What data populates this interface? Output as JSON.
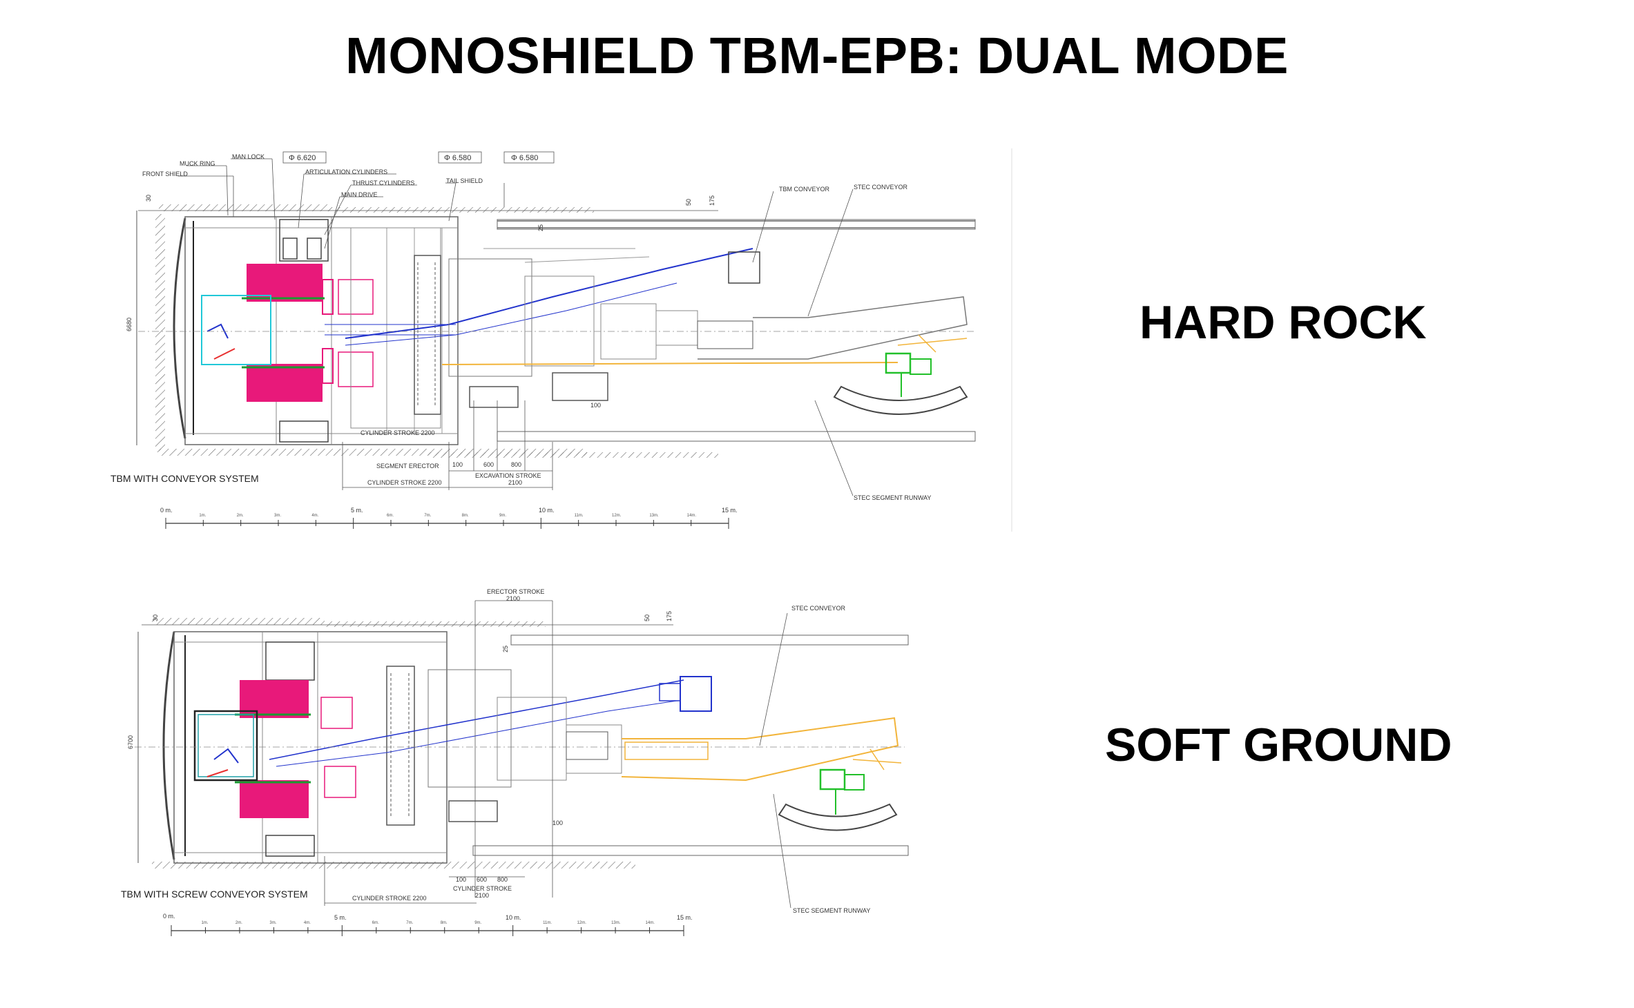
{
  "page": {
    "title": "MONOSHIELD TBM-EPB: DUAL MODE"
  },
  "modes": {
    "hard_rock": {
      "label": "HARD ROCK",
      "caption": "TBM WITH CONVEYOR SYSTEM",
      "callouts": {
        "muck_ring": "MUCK RING",
        "front_shield": "FRONT SHIELD",
        "man_lock": "MAN LOCK",
        "articulation": "ARTICULATION CYLINDERS",
        "thrust": "THRUST CYLINDERS",
        "main_drive": "MAIN DRIVE",
        "tail_shield": "TAIL SHIELD",
        "tbm_conveyor": "TBM CONVEYOR",
        "stec_conveyor": "STEC CONVEYOR",
        "stec_runway": "STEC SEGMENT RUNWAY",
        "segment_erector": "SEGMENT ERECTOR",
        "cyl_stroke_inner": "CYLINDER STROKE 2200",
        "cyl_stroke_outer": "CYLINDER STROKE 2200",
        "excavation_stroke": "EXCAVATION STROKE",
        "excavation_stroke_val": "2100"
      },
      "diameters": {
        "d1": "Φ 6.620",
        "d2": "Φ 6.580",
        "d3": "Φ 6.580"
      },
      "dims": {
        "top": "30",
        "fifty": "50",
        "oneseventyfive": "175",
        "height": "6680",
        "twentyfive": "25",
        "hundred_a": "100",
        "hundred_b": "100",
        "six_hundred": "600",
        "eight_hundred": "800"
      },
      "scale": {
        "zero": "0 m.",
        "five": "5 m.",
        "ten": "10 m.",
        "fifteen": "15 m.",
        "ticks": [
          "1m.",
          "2m.",
          "3m.",
          "4m.",
          "6m.",
          "7m.",
          "8m.",
          "9m.",
          "11m.",
          "12m.",
          "13m.",
          "14m."
        ]
      }
    },
    "soft_ground": {
      "label": "SOFT GROUND",
      "caption": "TBM WITH SCREW CONVEYOR SYSTEM",
      "callouts": {
        "erector_stroke": "ERECTOR STROKE",
        "erector_stroke_val": "2100",
        "stec_conveyor": "STEC CONVEYOR",
        "stec_runway": "STEC SEGMENT RUNWAY",
        "cyl_stroke_outer": "CYLINDER STROKE 2200",
        "cyl_stroke_inner": "CYLINDER STROKE",
        "cyl_stroke_inner_val": "2100"
      },
      "dims": {
        "top": "30",
        "fifty": "50",
        "oneseventyfive": "175",
        "height": "6700",
        "twentyfive": "25",
        "hundred_a": "100",
        "hundred_b": "100",
        "six_hundred": "600",
        "eight_hundred": "800"
      },
      "scale": {
        "zero": "0 m.",
        "five": "5 m.",
        "ten": "10 m.",
        "fifteen": "15 m.",
        "ticks": [
          "1m.",
          "2m.",
          "3m.",
          "4m.",
          "6m.",
          "7m.",
          "8m.",
          "9m.",
          "11m.",
          "12m.",
          "13m.",
          "14m."
        ]
      }
    }
  },
  "colors": {
    "shield_magenta": "#e8197a",
    "structure_blue": "#2233cc",
    "cutterhead_cyan": "#20c8d8",
    "conveyor_yellow": "#f2b43a",
    "handler_green": "#22c02a",
    "line_gray": "#555555"
  }
}
